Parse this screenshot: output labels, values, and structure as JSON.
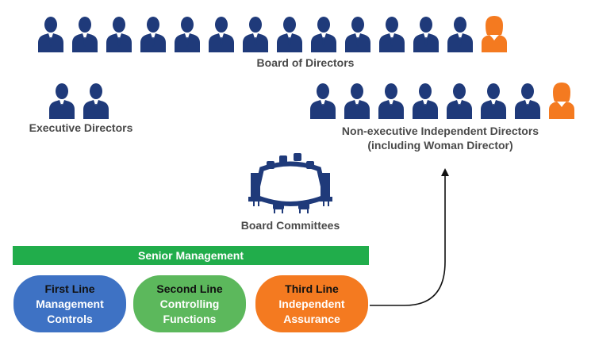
{
  "colors": {
    "navy": "#1f3a7a",
    "orange": "#f47a20",
    "green": "#21ad4b",
    "blue": "#3e72c4",
    "light_green": "#5cb85c",
    "label_gray": "#4a4a4a"
  },
  "board": {
    "label": "Board of Directors",
    "male_count": 13,
    "female_count": 1
  },
  "executive": {
    "label": "Executive Directors",
    "male_count": 2
  },
  "non_executive": {
    "label_line1": "Non-executive Independent Directors",
    "label_line2": "(including Woman Director)",
    "male_count": 7,
    "female_count": 1
  },
  "committees": {
    "label": "Board Committees",
    "icon": "conference-table-icon"
  },
  "senior_management": {
    "label": "Senior Management"
  },
  "lines": [
    {
      "title": "First Line",
      "line2": "Management",
      "line3": "Controls"
    },
    {
      "title": "Second Line",
      "line2": "Controlling",
      "line3": "Functions"
    },
    {
      "title": "Third Line",
      "line2": "Independent",
      "line3": "Assurance"
    }
  ]
}
